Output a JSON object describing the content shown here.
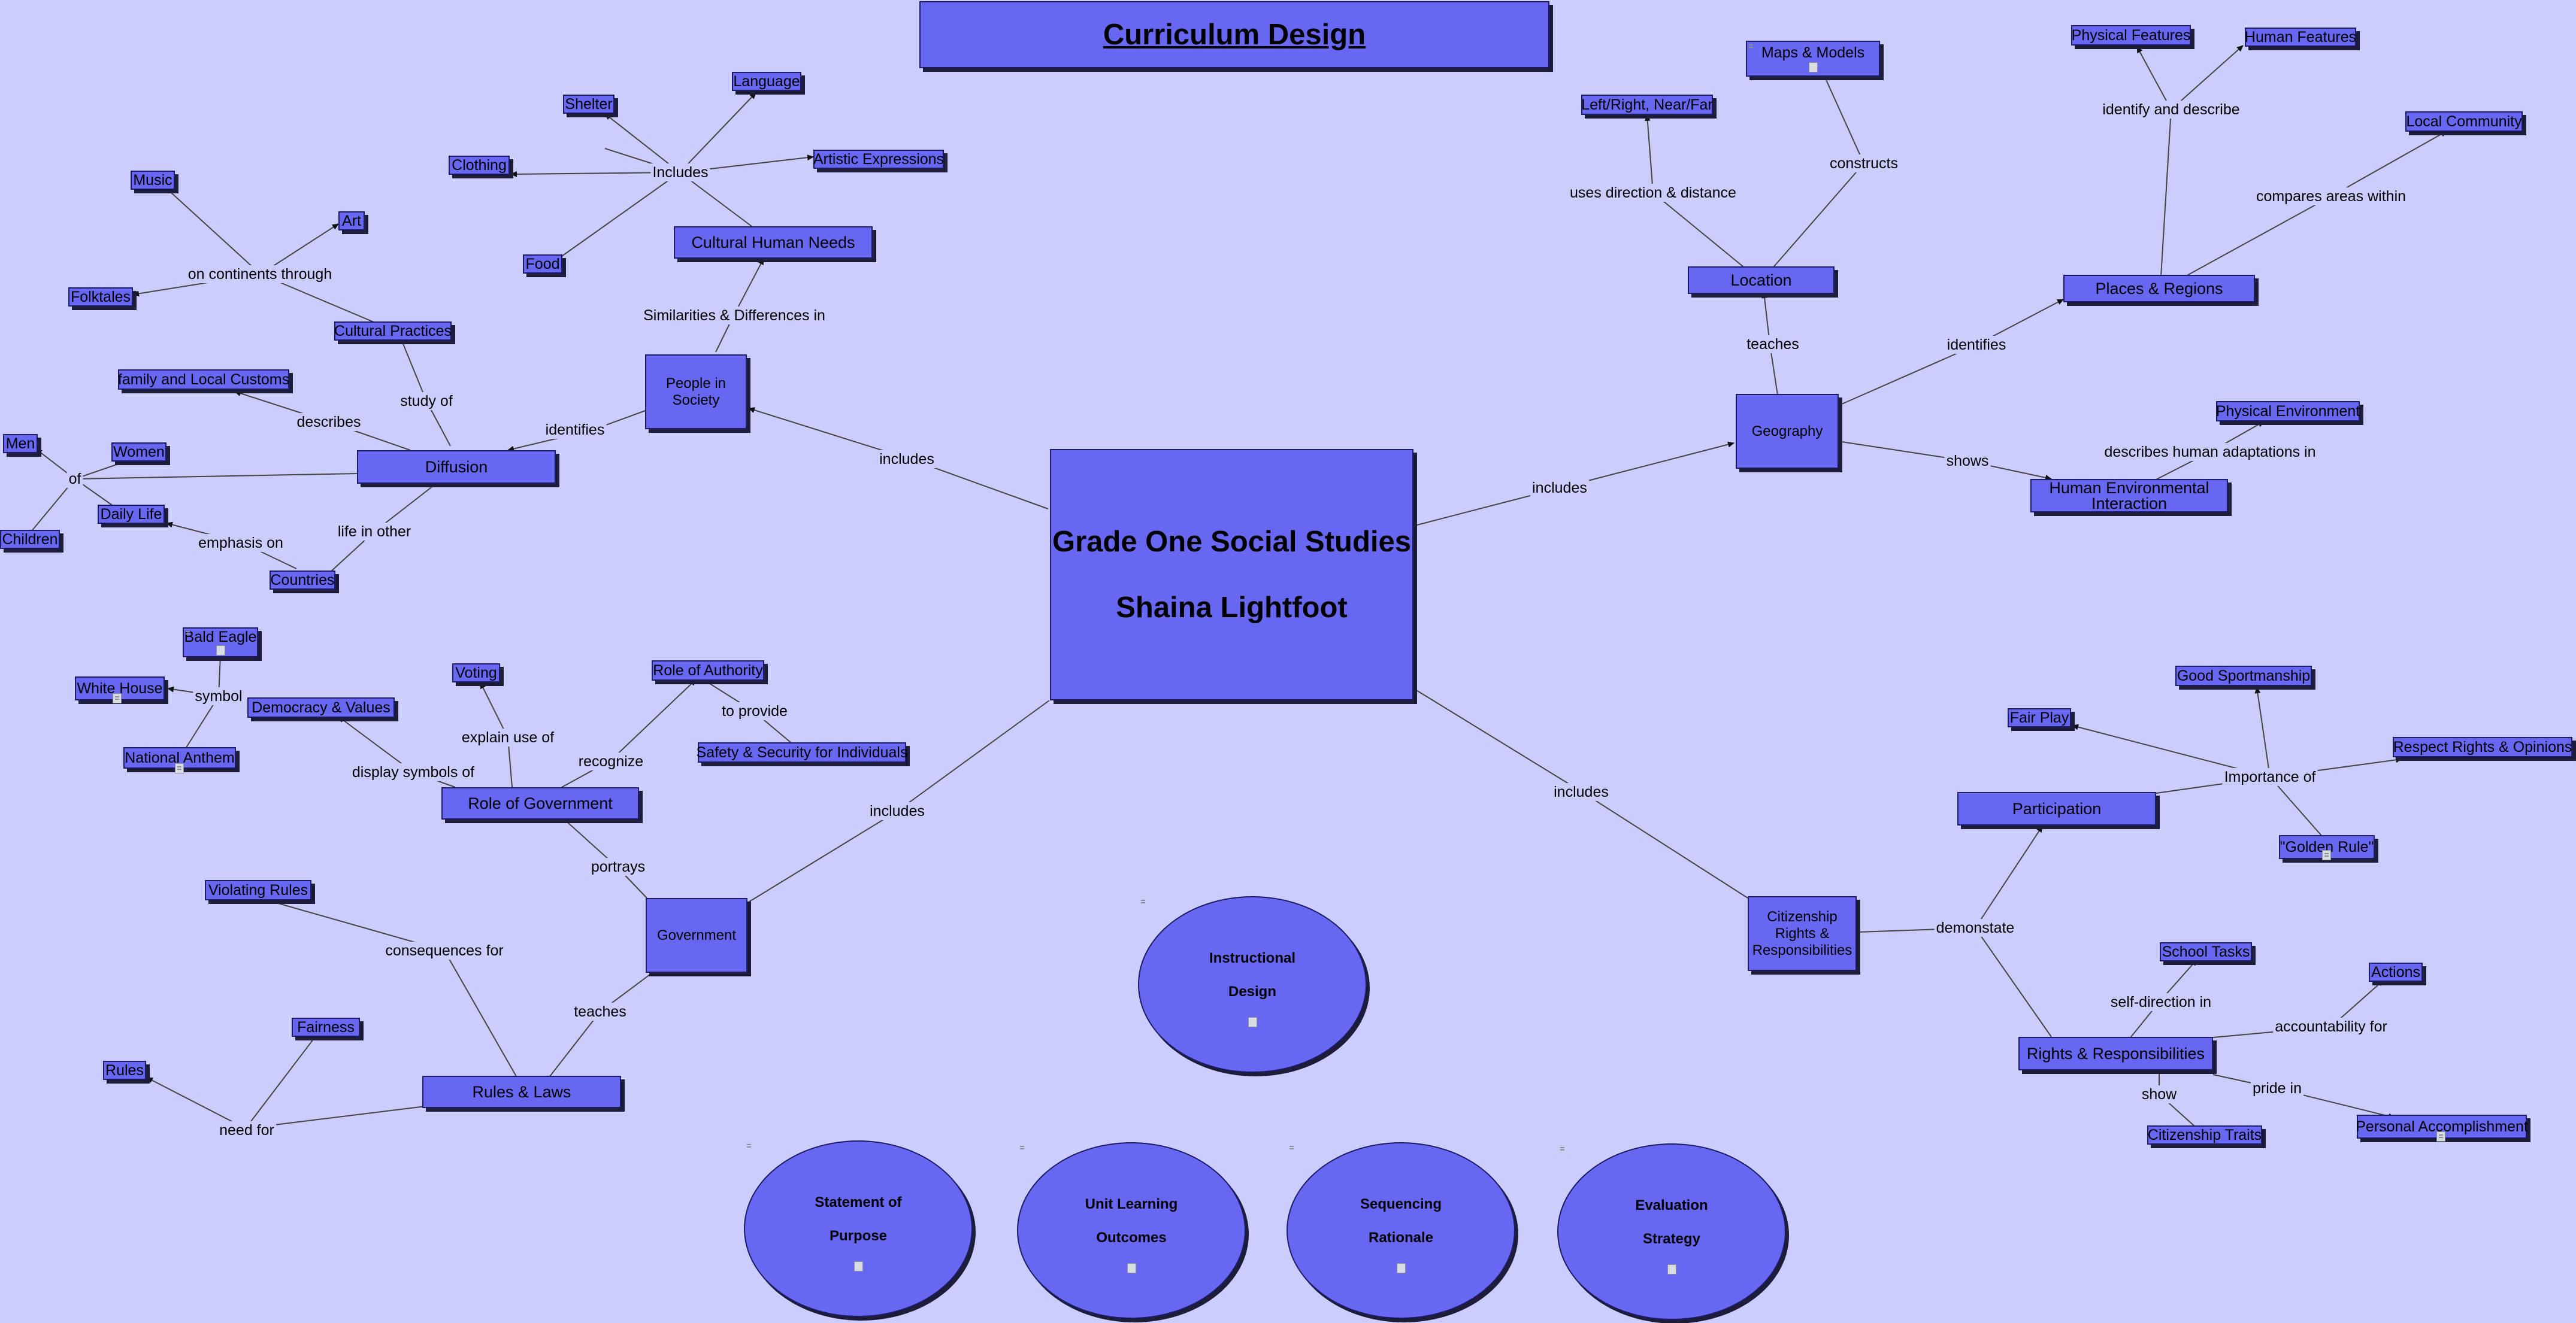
{
  "title": "Curriculum Design",
  "center": {
    "line1": "Grade One Social Studies",
    "line2": "Shaina Lightfoot"
  },
  "nodes": {
    "people_in_society": "People in Society",
    "cultural_human_needs": "Cultural Human Needs",
    "shelter": "Shelter",
    "language": "Language",
    "clothing": "Clothing",
    "artistic_expressions": "Artistic Expressions",
    "food": "Food",
    "music": "Music",
    "art": "Art",
    "folktales": "Folktales",
    "cultural_practices": "Cultural Practices",
    "family_local_customs": "family and Local Customs",
    "diffusion": "Diffusion",
    "men": "Men",
    "women": "Women",
    "children": "Children",
    "daily_life": "Daily Life",
    "countries": "Countries",
    "geography": "Geography",
    "location": "Location",
    "maps_models": "Maps & Models",
    "left_right": "Left/Right, Near/Far",
    "physical_features": "Physical Features",
    "human_features": "Human Features",
    "local_community": "Local Community",
    "places_regions": "Places & Regions",
    "physical_environment": "Physical Environment",
    "human_env_interaction": "Human Environmental Interaction",
    "government": "Government",
    "role_of_government": "Role of Government",
    "bald_eagle": "Bald Eagle",
    "white_house": "White House",
    "democracy_values": "Democracy & Values",
    "national_anthem": "National Anthem",
    "voting": "Voting",
    "role_of_authority": "Role of Authority",
    "safety_security": "Safety & Security for Individuals",
    "violating_rules": "Violating Rules",
    "fairness": "Fairness",
    "rules": "Rules",
    "rules_laws": "Rules & Laws",
    "citizenship": "Citizenship Rights & Responsibilities",
    "participation": "Participation",
    "good_sportsmanship": "Good Sportmanship",
    "fair_play": "Fair Play",
    "respect_rights": "Respect Rights & Opinions",
    "golden_rule": "\"Golden Rule\"",
    "rights_responsibilities": "Rights & Responsibilities",
    "school_tasks": "School Tasks",
    "actions": "Actions",
    "citizenship_traits": "Citizenship Traits",
    "personal_accomplishment": "Personal Accomplishment"
  },
  "links": {
    "includes_people": "includes",
    "similarities": "Similarities & Differences in",
    "includes_culture": "Includes",
    "on_continents": "on continents through",
    "identifies_people": "identifies",
    "study_of": "study of",
    "describes": "describes",
    "of": "of",
    "emphasis_on": "emphasis on",
    "life_in_other": "life in other",
    "includes_geo": "includes",
    "teaches_geo": "teaches",
    "uses_direction": "uses direction & distance",
    "constructs": "constructs",
    "identify_describe": "identify and describe",
    "compares_areas": "compares areas within",
    "identifies_geo": "identifies",
    "shows": "shows",
    "describes_adaptations": "describes human adaptations in",
    "includes_gov": "includes",
    "symbol": "symbol",
    "explain_use": "explain use of",
    "recognize": "recognize",
    "to_provide": "to provide",
    "display_symbols": "display symbols of",
    "portrays": "portrays",
    "consequences_for": "consequences for",
    "teaches_gov": "teaches",
    "need_for": "need for",
    "includes_cit": "includes",
    "importance_of": "Importance of",
    "demonstate": "demonstate",
    "self_direction": "self-direction in",
    "accountability": "accountability for",
    "show": "show",
    "pride_in": "pride in"
  },
  "ellipses": {
    "instructional_design": [
      "Instructional",
      "Design"
    ],
    "statement_of_purpose": [
      "Statement of",
      "Purpose"
    ],
    "unit_learning_outcomes": [
      "Unit Learning",
      "Outcomes"
    ],
    "sequencing_rationale": [
      "Sequencing",
      "Rationale"
    ],
    "evaluation_strategy": [
      "Evaluation",
      "Strategy"
    ]
  },
  "icons": {
    "attachment": "document-icon"
  },
  "colors": {
    "background": "#cccdfc",
    "node_fill": "#6767f2",
    "node_shadow": "#1d1d3a",
    "link": "#444444"
  }
}
